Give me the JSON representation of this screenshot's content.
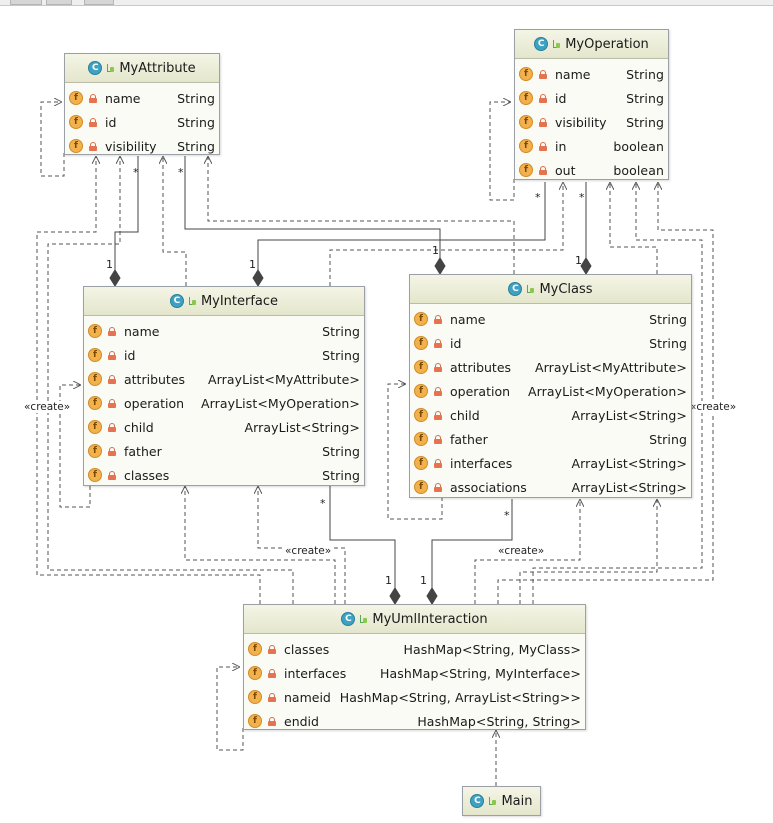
{
  "classes": {
    "my_attribute": {
      "name": "MyAttribute",
      "fields": [
        {
          "name": "name",
          "type": "String"
        },
        {
          "name": "id",
          "type": "String"
        },
        {
          "name": "visibility",
          "type": "String"
        }
      ]
    },
    "my_operation": {
      "name": "MyOperation",
      "fields": [
        {
          "name": "name",
          "type": "String"
        },
        {
          "name": "id",
          "type": "String"
        },
        {
          "name": "visibility",
          "type": "String"
        },
        {
          "name": "in",
          "type": "boolean"
        },
        {
          "name": "out",
          "type": "boolean"
        }
      ]
    },
    "my_interface": {
      "name": "MyInterface",
      "fields": [
        {
          "name": "name",
          "type": "String"
        },
        {
          "name": "id",
          "type": "String"
        },
        {
          "name": "attributes",
          "type": "ArrayList<MyAttribute>"
        },
        {
          "name": "operation",
          "type": "ArrayList<MyOperation>"
        },
        {
          "name": "child",
          "type": "ArrayList<String>"
        },
        {
          "name": "father",
          "type": "String"
        },
        {
          "name": "classes",
          "type": "String"
        }
      ]
    },
    "my_class": {
      "name": "MyClass",
      "fields": [
        {
          "name": "name",
          "type": "String"
        },
        {
          "name": "id",
          "type": "String"
        },
        {
          "name": "attributes",
          "type": "ArrayList<MyAttribute>"
        },
        {
          "name": "operation",
          "type": "ArrayList<MyOperation>"
        },
        {
          "name": "child",
          "type": "ArrayList<String>"
        },
        {
          "name": "father",
          "type": "String"
        },
        {
          "name": "interfaces",
          "type": "ArrayList<String>"
        },
        {
          "name": "associations",
          "type": "ArrayList<String>"
        }
      ]
    },
    "my_uml_interaction": {
      "name": "MyUmlInteraction",
      "fields": [
        {
          "name": "classes",
          "type": "HashMap<String, MyClass>"
        },
        {
          "name": "interfaces",
          "type": "HashMap<String, MyInterface>"
        },
        {
          "name": "nameid",
          "type": "HashMap<String, ArrayList<String>>"
        },
        {
          "name": "endid",
          "type": "HashMap<String, String>"
        }
      ]
    },
    "main": {
      "name": "Main",
      "fields": []
    }
  },
  "icons": {
    "class": "class-icon",
    "field": "field-icon",
    "visibility": "lock-icon"
  },
  "labels": {
    "many": "*",
    "one": "1",
    "create": "«create»"
  },
  "colors": {
    "class_icon": "#3fa2c3",
    "field_icon": "#f3b14e",
    "header": "#e8ead2",
    "body": "#fbfbf5",
    "line": "#555555"
  }
}
